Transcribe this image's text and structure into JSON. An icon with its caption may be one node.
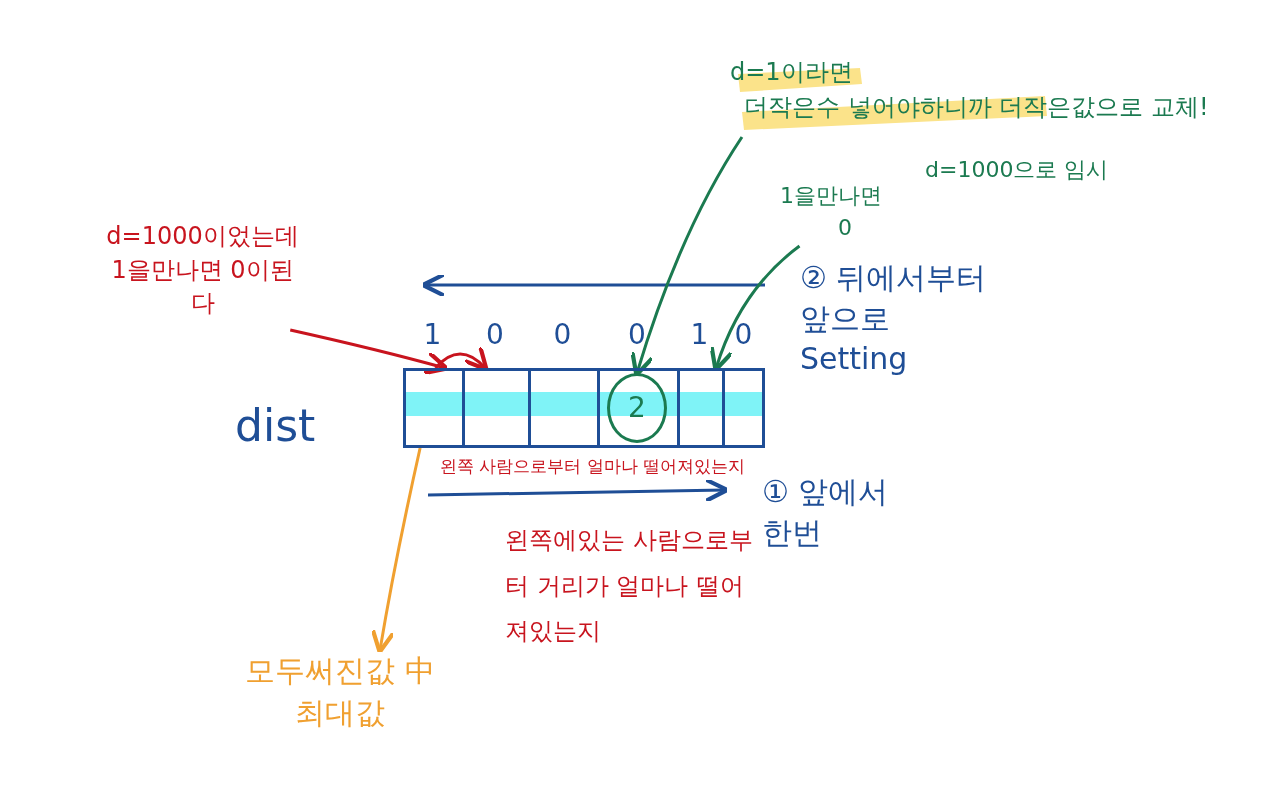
{
  "diagram": {
    "nodes": [
      {
        "text": [],
        "shape": "bar",
        "beside": [
          "dist"
        ]
      },
      {
        "text": [],
        "shape": "box",
        "in": 0,
        "beside": [
          "1"
        ]
      },
      {
        "text": [],
        "shape": "box",
        "in": 0,
        "beside": [
          "0"
        ]
      },
      {
        "text": [],
        "shape": "box",
        "in": 0,
        "beside": [
          "0"
        ]
      },
      {
        "text": [],
        "shape": "box",
        "in": 0,
        "beside": [
          "0"
        ]
      },
      {
        "text": [],
        "shape": "box",
        "in": 0,
        "beside": [
          "1"
        ]
      },
      {
        "text": [],
        "shape": "box",
        "in": 0,
        "beside": [
          "0"
        ]
      },
      {
        "text": [
          "2"
        ],
        "in": 4
      },
      {
        "text": [
          "d=1이라면",
          "더작은수 넣어야하니까 더작은값으로 교체!"
        ]
      },
      {
        "text": [
          "1을만나면",
          "0"
        ]
      },
      {
        "text": [
          "d=1000이었는데 1을만나면 0이된다"
        ]
      },
      {
        "text": [
          "모두써진값 中 최대값"
        ]
      }
    ],
    "edges": [
      {
        "from": 8,
        "to": 7,
        "arrow": "to",
        "color": "#1b7a50"
      },
      {
        "from": 9,
        "to": 5,
        "arrow": "to",
        "color": "#1b7a50"
      },
      {
        "from": 10,
        "to": 1,
        "arrow": "to",
        "color": "#c8141e"
      },
      {
        "from": 1,
        "to": 2,
        "arrow": "to",
        "color": "#c8141e"
      },
      {
        "from": 1,
        "to": 11,
        "arrow": "to",
        "color": "#f0a030"
      }
    ],
    "labels": [
      "d=1000으로 임시",
      "② 뒤에서부터 앞으로 Setting",
      "왼쪽 사람으로부터 얼마나 떨어져있는지",
      "① 앞에서 한번",
      "왼쪽에있는 사람으로부터 거리가 얼마나 떨어져있는지"
    ]
  }
}
